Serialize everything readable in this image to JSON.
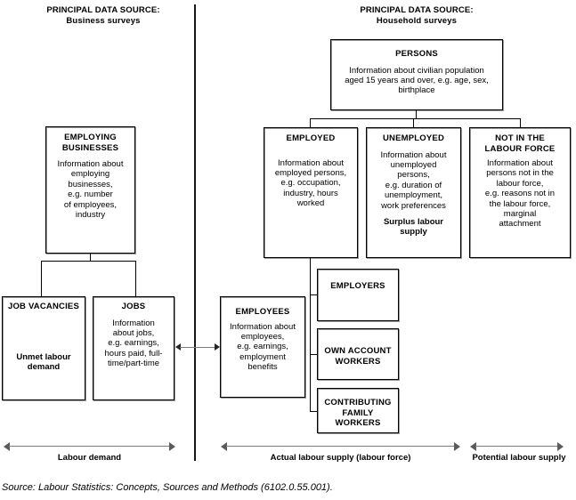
{
  "diagram": {
    "title_left": "PRINCIPAL DATA SOURCE:",
    "subtitle_left": "Business surveys",
    "title_right": "PRINCIPAL DATA SOURCE:",
    "subtitle_right": "Household surveys",
    "source_note": "Source: Labour Statistics: Concepts, Sources and Methods (6102.0.55.001).",
    "colors": {
      "box_border": "#000000",
      "box_shadow": "#9a9a9a",
      "connector": "#000000",
      "arrow": "#5c5c5c",
      "divider": "#1a1416",
      "background": "#ffffff"
    }
  },
  "boxes": {
    "employing_businesses": {
      "title": "EMPLOYING\nBUSINESSES",
      "title_line1": "EMPLOYING",
      "title_line2": "BUSINESSES",
      "body": "Information about\nemploying\nbusinesses,\ne.g. number\nof employees,\nindustry"
    },
    "job_vacancies": {
      "title": "JOB VACANCIES",
      "note": "Unmet labour\ndemand"
    },
    "jobs": {
      "title": "JOBS",
      "body": "Information\nabout jobs,\ne.g. earnings,\nhours paid, full-\ntime/part-time"
    },
    "persons": {
      "title": "PERSONS",
      "body": "Information about civilian population\naged 15 years and over, e.g. age, sex,\nbirthplace"
    },
    "employed": {
      "title": "EMPLOYED",
      "body": "Information about\nemployed persons,\ne.g. occupation,\nindustry, hours\nworked"
    },
    "unemployed": {
      "title": "UNEMPLOYED",
      "body": "Information about\nunemployed\npersons,\ne.g. duration of\nunemployment,\nwork preferences",
      "note": "Surplus labour\nsupply"
    },
    "not_in_labour_force": {
      "title_line1": "NOT IN THE",
      "title_line2": "LABOUR FORCE",
      "body": "Information about\npersons not in the\nlabour force,\ne.g. reasons not in\nthe labour force,\nmarginal\nattachment"
    },
    "employees": {
      "title": "EMPLOYEES",
      "body": "Information about\nemployees,\ne.g. earnings,\nemployment\nbenefits"
    },
    "employers": {
      "title": "EMPLOYERS"
    },
    "own_account_workers": {
      "title_line1": "OWN ACCOUNT",
      "title_line2": "WORKERS"
    },
    "contributing_family_workers": {
      "title_line1": "CONTRIBUTING",
      "title_line2": "FAMILY",
      "title_line3": "WORKERS"
    }
  },
  "rails": {
    "labour_demand": "Labour demand",
    "actual_labour_supply": "Actual labour supply (labour force)",
    "potential_labour_supply": "Potential labour supply"
  }
}
